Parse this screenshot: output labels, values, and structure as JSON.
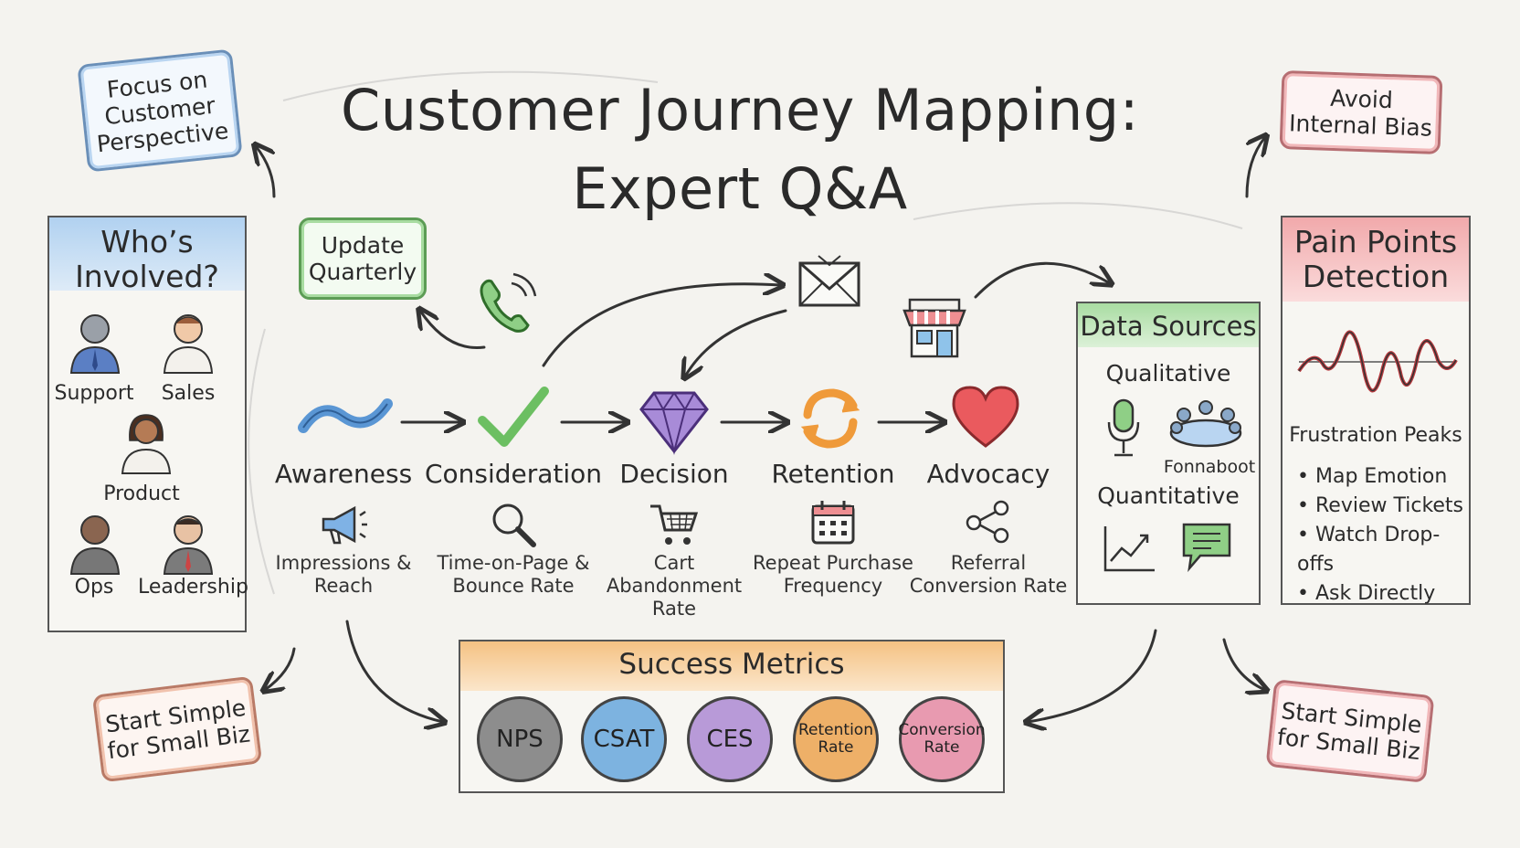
{
  "title_line1": "Customer Journey Mapping:",
  "title_line2": "Expert Q&A",
  "notes": {
    "top_left": "Focus on Customer Perspective",
    "update": "Update Quarterly",
    "top_right": "Avoid Internal Bias",
    "bottom_left": "Start Simple for Small Biz",
    "bottom_right": "Start Simple for Small Biz"
  },
  "whos_involved": {
    "title": "Who’s Involved?",
    "people": [
      "Support",
      "Sales",
      "Product",
      "Ops",
      "Leadership"
    ]
  },
  "stages": [
    {
      "label": "Awareness",
      "metric": "Impressions & Reach"
    },
    {
      "label": "Consideration",
      "metric": "Time-on-Page & Bounce Rate"
    },
    {
      "label": "Decision",
      "metric": "Cart Abandonment Rate"
    },
    {
      "label": "Retention",
      "metric": "Repeat Purchase Frequency"
    },
    {
      "label": "Advocacy",
      "metric": "Referral Conversion Rate"
    }
  ],
  "data_sources": {
    "title": "Data Sources",
    "qualitative": "Qualitative",
    "focus_label": "Fonnaboot",
    "quantitative": "Quantitative"
  },
  "pain_points": {
    "title": "Pain Points Detection",
    "chart_label": "Frustration Peaks",
    "bullets": [
      "Map Emotion",
      "Review Tickets",
      "Watch Drop-offs",
      "Ask Directly"
    ]
  },
  "success_metrics": {
    "title": "Success Metrics",
    "badges": [
      {
        "label": "NPS",
        "color": "#8d8d8d"
      },
      {
        "label": "CSAT",
        "color": "#7db3e0"
      },
      {
        "label": "CES",
        "color": "#b89ad8"
      },
      {
        "label": "Retention Rate",
        "color": "#eeb068"
      },
      {
        "label": "Conversion Rate",
        "color": "#e89ab0"
      }
    ]
  },
  "colors": {
    "blue": "#7fb2e5",
    "green": "#8fcf86",
    "red": "#ee8f92",
    "orange": "#f3b468",
    "purple": "#a88bd8"
  }
}
